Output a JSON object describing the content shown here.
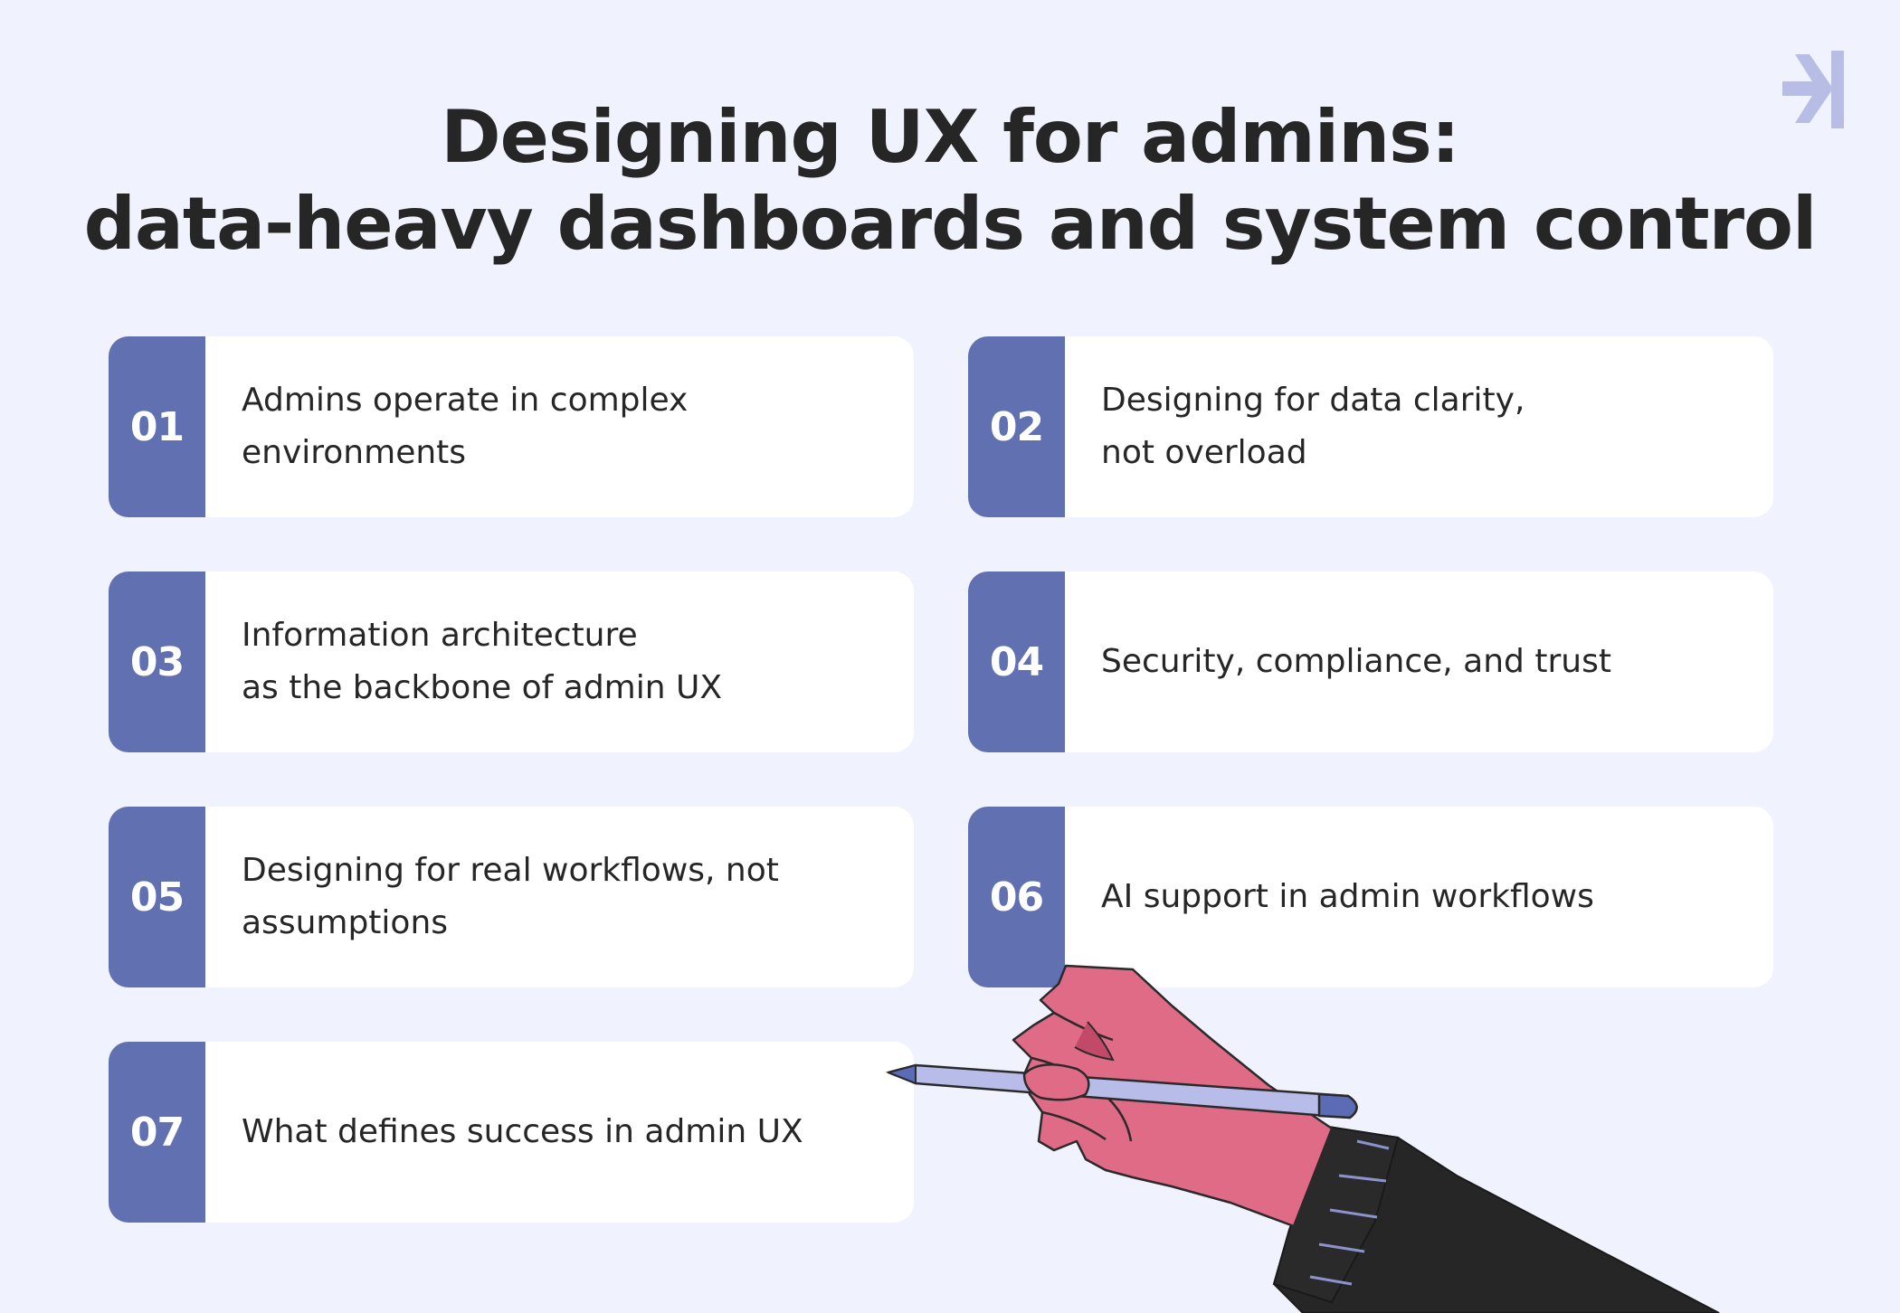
{
  "header": {
    "title_line1": "Designing UX for admins:",
    "title_line2": "data-heavy dashboards and system control"
  },
  "logo": {
    "icon": "arrow-into-bar-icon",
    "color": "#b8bde6"
  },
  "colors": {
    "background": "#f0f3fd",
    "card": "#ffffff",
    "badge": "#6070b0",
    "title": "#262626",
    "hand_skin": "#e06b86",
    "sleeve": "#262626",
    "pen": "#b7bde8",
    "pen_tip": "#5c6bb5"
  },
  "items": [
    {
      "number": "01",
      "line1": "Admins operate in complex",
      "line2": "environments"
    },
    {
      "number": "02",
      "line1": "Designing for data clarity,",
      "line2": "not overload"
    },
    {
      "number": "03",
      "line1": "Information architecture",
      "line2": "as the backbone of admin UX"
    },
    {
      "number": "04",
      "line1": "Security, compliance, and trust",
      "line2": ""
    },
    {
      "number": "05",
      "line1": "Designing for real workflows, not",
      "line2": "assumptions"
    },
    {
      "number": "06",
      "line1": "AI support in admin workflows",
      "line2": ""
    },
    {
      "number": "07",
      "line1": "What defines success in admin UX",
      "line2": ""
    }
  ],
  "illustration": {
    "icon": "hand-holding-pen-icon"
  }
}
